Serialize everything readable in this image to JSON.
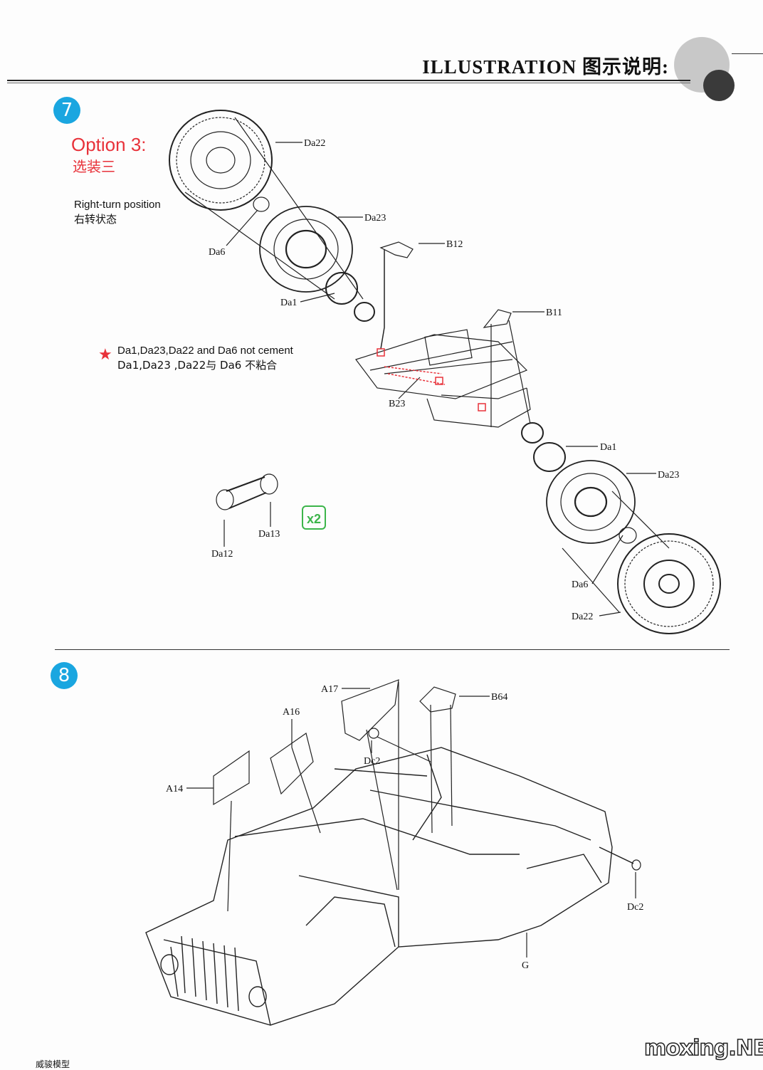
{
  "header": {
    "title": "ILLUSTRATION 图示说明:"
  },
  "step7": {
    "number": "7",
    "option_title": "Option 3:",
    "option_cn": "选装三",
    "position_en": "Right-turn position",
    "position_cn": "右转状态",
    "note_en": "Da1,Da23,Da22 and Da6 not cement",
    "note_cn": "Da1,Da23 ,Da22与 Da6 不粘合",
    "qty_badge": "x2",
    "labels": {
      "da22_top": "Da22",
      "da23_top": "Da23",
      "da6_top": "Da6",
      "da1_top": "Da1",
      "b12": "B12",
      "b11": "B11",
      "b23": "B23",
      "da1_right": "Da1",
      "da23_right": "Da23",
      "da6_right": "Da6",
      "da22_right": "Da22",
      "da12": "Da12",
      "da13": "Da13"
    }
  },
  "step8": {
    "number": "8",
    "labels": {
      "a17": "A17",
      "b64": "B64",
      "a16": "A16",
      "dc2_top": "Dc2",
      "a14": "A14",
      "dc2_right": "Dc2",
      "g": "G"
    }
  },
  "footer": {
    "left_text": "威骏模型",
    "watermark": "moxing.NET"
  },
  "colors": {
    "step_circle": "#1aa6e0",
    "option_red": "#e8323a",
    "badge_green": "#3cb54a"
  }
}
